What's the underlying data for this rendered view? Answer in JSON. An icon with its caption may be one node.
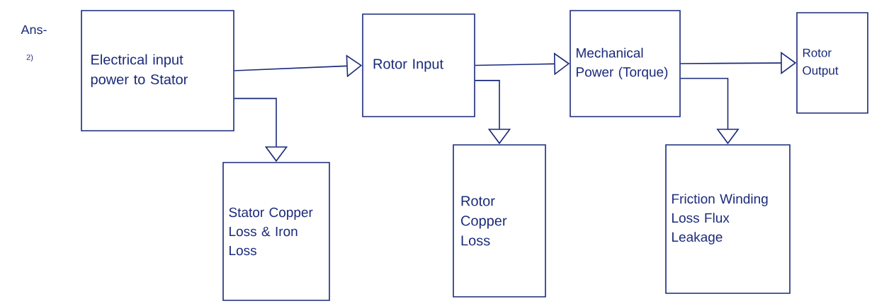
{
  "diagram": {
    "nodes": [
      {
        "text": [
          "Electrical input power to Stator"
        ]
      },
      {
        "text": [
          "Rotor Input"
        ]
      },
      {
        "text": [
          "Mechanical Power (Torque)"
        ]
      },
      {
        "text": [
          "Rotor Output"
        ]
      },
      {
        "text": [
          "Stator Copper Loss & Iron Loss"
        ]
      },
      {
        "text": [
          "Rotor Copper Loss"
        ]
      },
      {
        "text": [
          "Friction Winding Loss Flux Leakage"
        ]
      }
    ],
    "edges": [
      {
        "from": 0,
        "to": 1,
        "arrow": "to"
      },
      {
        "from": 1,
        "to": 2,
        "arrow": "to"
      },
      {
        "from": 2,
        "to": 3,
        "arrow": "to"
      },
      {
        "from": 0,
        "to": 4,
        "arrow": "to"
      },
      {
        "from": 1,
        "to": 5,
        "arrow": "to"
      },
      {
        "from": 2,
        "to": 6,
        "arrow": "to"
      }
    ],
    "labels": [
      "Ans-",
      "2)"
    ]
  }
}
